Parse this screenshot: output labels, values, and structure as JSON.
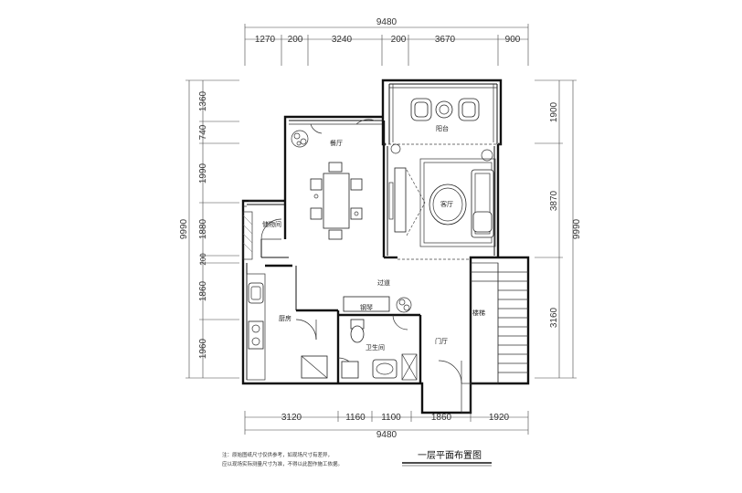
{
  "dims": {
    "top_total": "9480",
    "top_segments": [
      "1270",
      "200",
      "3240",
      "200",
      "3670",
      "900"
    ],
    "bottom_total": "9480",
    "bottom_segments": [
      "3120",
      "1160",
      "1100",
      "1860",
      "1920"
    ],
    "left_total": "9990",
    "left_segments": [
      "1360",
      "740",
      "1990",
      "1880",
      "200",
      "1860",
      "1960"
    ],
    "right_total": "9990",
    "right_segments": [
      "1900",
      "3870",
      "3160"
    ]
  },
  "rooms": {
    "dining": "餐厅",
    "balcony": "阳台",
    "living": "客厅",
    "storage": "储物间",
    "aisle": "过道",
    "piano": "钢琴",
    "kitchen": "厨房",
    "bathroom": "卫生间",
    "stairs": "楼梯",
    "foyer": "门厅"
  },
  "note": {
    "line1": "注：原始图纸尺寸仅供参考，如现场尺寸有差异，",
    "line2": "应以现场实际测量尺寸为准，不得以此图作施工依据。"
  },
  "title": "一层平面布置图"
}
